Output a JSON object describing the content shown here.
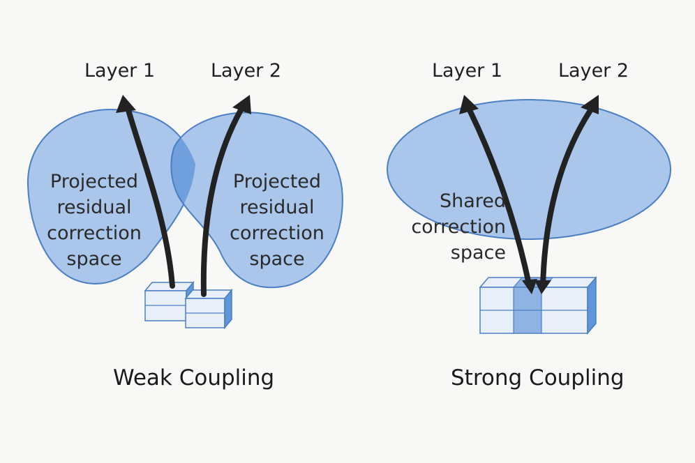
{
  "weak": {
    "layer1_label": "Layer 1",
    "layer2_label": "Layer 2",
    "left_space": [
      "Projected",
      "residual",
      "correction",
      "space"
    ],
    "right_space": [
      "Projected",
      "residual",
      "correction",
      "space"
    ],
    "caption": "Weak Coupling"
  },
  "strong": {
    "layer1_label": "Layer 1",
    "layer2_label": "Layer 2",
    "shared_space": [
      "Shared",
      "correction",
      "space"
    ],
    "caption": "Strong Coupling"
  },
  "colors": {
    "blob_fill": "#aac6ea",
    "blob_stroke": "#4a7fc4",
    "overlap_fill": "#6f9fdc",
    "arrow": "#222222",
    "block_light": "#e9eff9",
    "block_blue": "#5f95d9"
  }
}
